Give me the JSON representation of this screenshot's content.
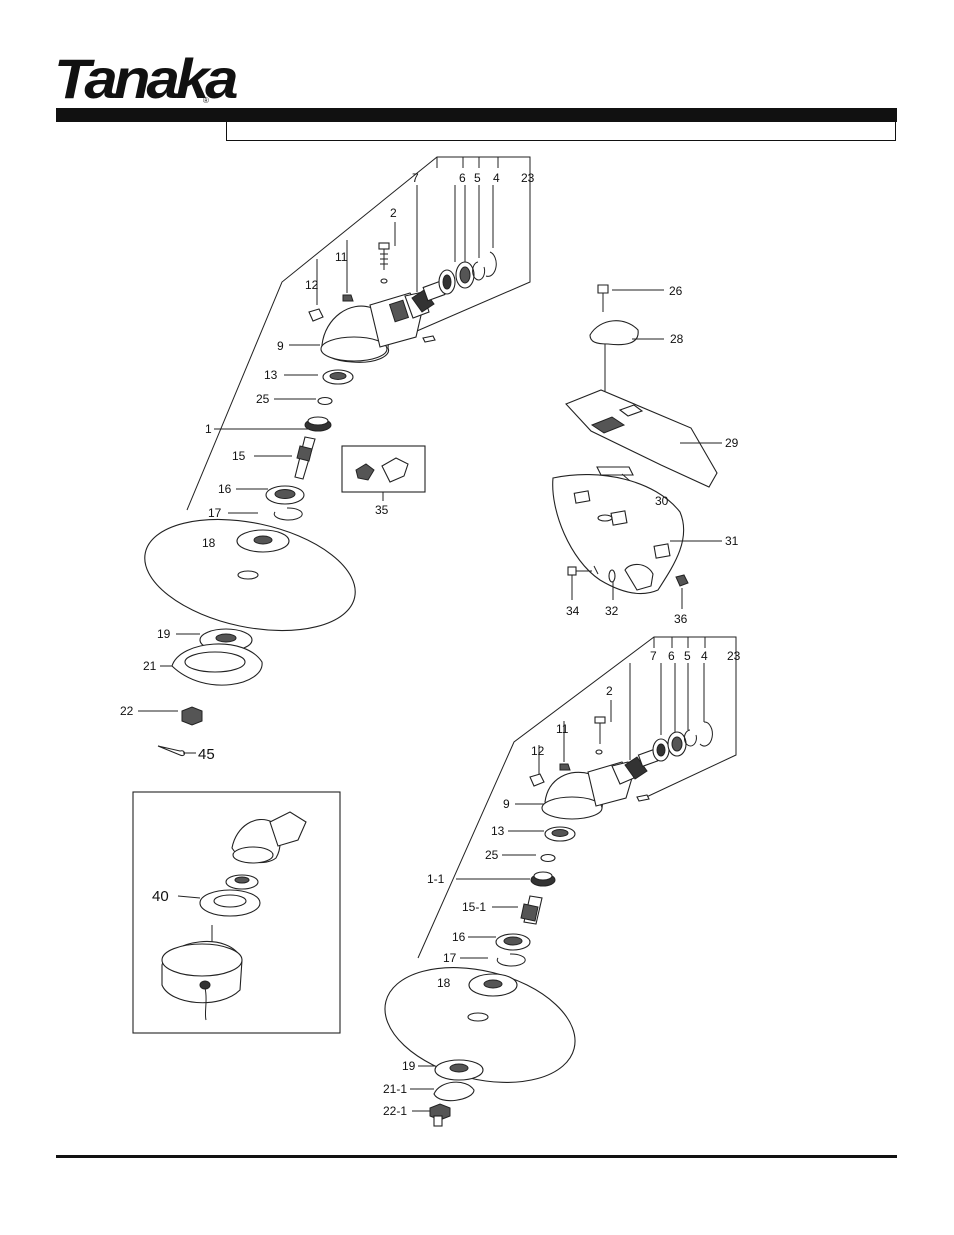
{
  "brand": {
    "logo_text": "Tanaka",
    "reg_mark": "®"
  },
  "header": {
    "title": ""
  },
  "callouts": [
    "7",
    "6",
    "5",
    "4",
    "23",
    "2",
    "11",
    "12",
    "9",
    "13",
    "25",
    "1",
    "15",
    "16",
    "17",
    "18",
    "19",
    "21",
    "22",
    "45",
    "35",
    "26",
    "28",
    "29",
    "30",
    "31",
    "34",
    "32",
    "36",
    "40",
    "7",
    "6",
    "5",
    "4",
    "23",
    "2",
    "11",
    "12",
    "9",
    "13",
    "25",
    "1-1",
    "15-1",
    "16",
    "17",
    "18",
    "19",
    "21-1",
    "22-1"
  ],
  "colors": {
    "ink": "#111111",
    "paper": "#ffffff"
  }
}
